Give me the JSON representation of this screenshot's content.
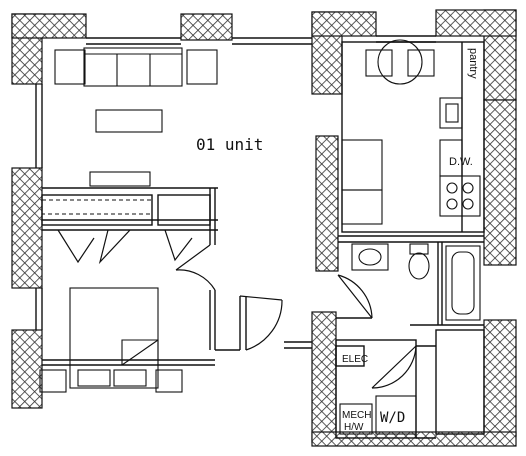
{
  "plan": {
    "unit_label": "01 unit",
    "labels": {
      "pantry": "pantry",
      "dishwasher": "D.W.",
      "electrical": "ELEC",
      "mech_line1": "MECH",
      "mech_line2": "H/W",
      "washer_dryer": "W/D"
    }
  },
  "colors": {
    "line": "#111111",
    "wall_hatch": "#333333",
    "paper": "#ffffff"
  },
  "icons": [
    "door-swing-icon",
    "sofa-icon",
    "bed-icon",
    "dining-table-icon",
    "stove-icon",
    "sink-icon",
    "toilet-icon",
    "bathtub-icon"
  ]
}
